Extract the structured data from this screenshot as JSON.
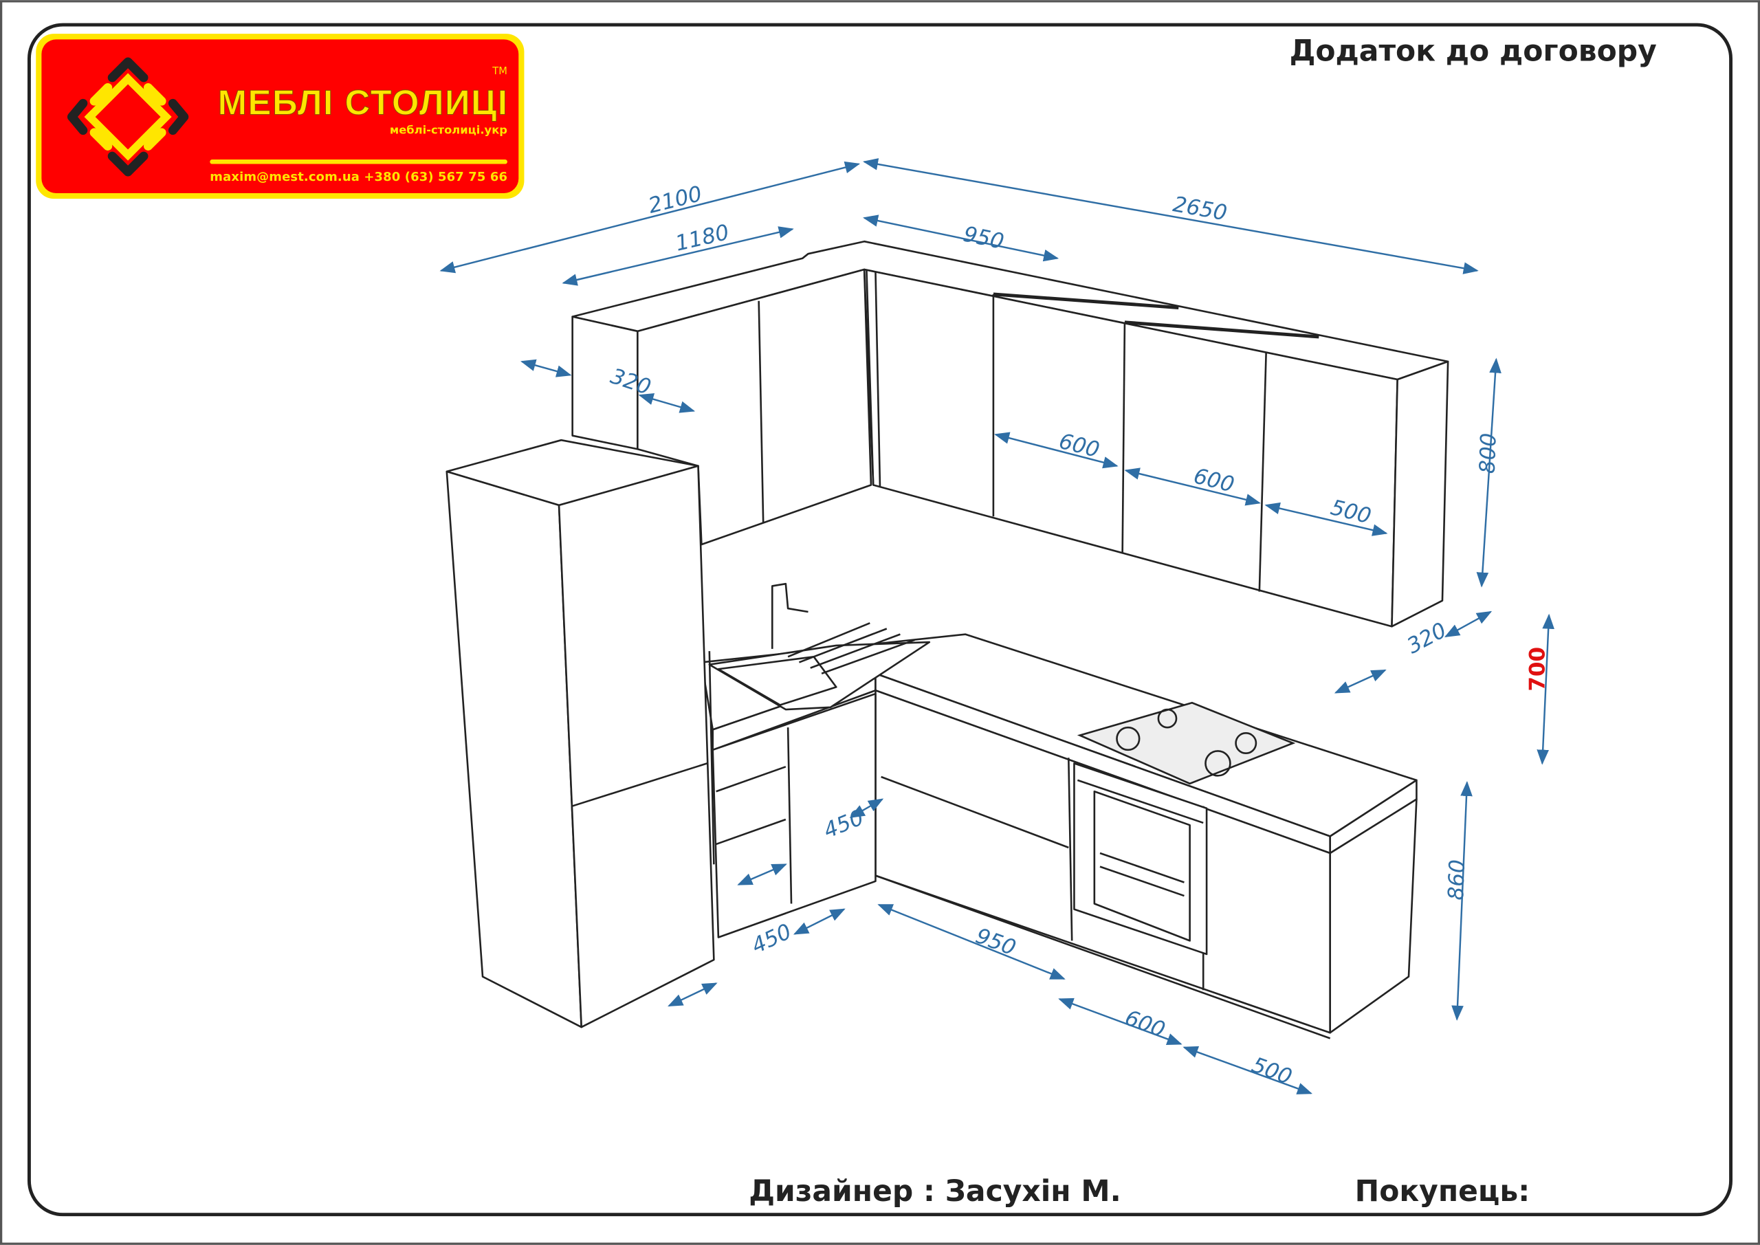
{
  "header": {
    "title": "Додаток до договору"
  },
  "logo": {
    "brand": "МЕБЛІ СТОЛИЦІ",
    "tm": "TM",
    "website": "меблі-столиці.укр",
    "contacts": "maxim@mest.com.ua  +380 (63) 567 75 66",
    "colors": {
      "background": "#ff0000",
      "accent": "#ffe600",
      "dark": "#222222"
    }
  },
  "dimensions": {
    "upper_left_total": "2100",
    "upper_left_cabinet": "1180",
    "upper_corner": "950",
    "upper_right_total": "2650",
    "upper_left_depth": "320",
    "upper_door_1": "600",
    "upper_door_2": "600",
    "upper_door_3": "500",
    "upper_height": "800",
    "upper_right_depth": "320",
    "gap_height": "700",
    "base_height": "860",
    "base_left_depth": "450",
    "base_left_width": "450",
    "base_corner": "950",
    "base_oven": "600",
    "base_end": "500"
  },
  "footer": {
    "designer": "Дизайнер : Засухін М.",
    "customer": "Покупець:"
  },
  "colors": {
    "dimension": "#2f6ea5",
    "highlight": "#e01010"
  }
}
